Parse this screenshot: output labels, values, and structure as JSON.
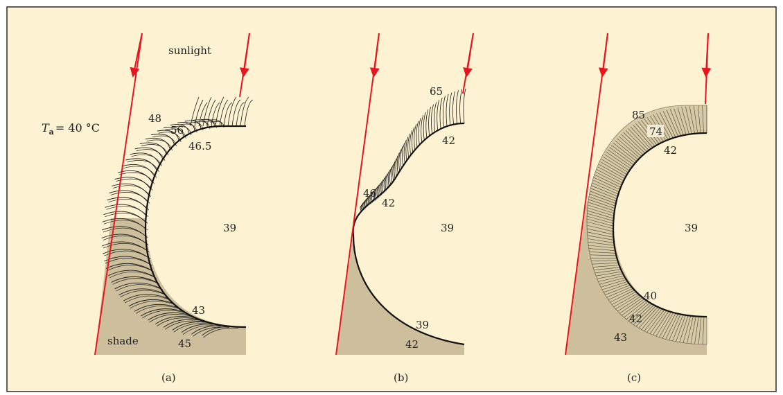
{
  "colors": {
    "background": "#fdf2d2",
    "frame": "#2a2a2a",
    "shade": "#cdbf9b",
    "sun_ray": "#e8141e",
    "outline": "#111111",
    "fur_fill": "#e2d7bc",
    "coat": "#c9bb98"
  },
  "panels": {
    "a": {
      "caption": "(a)",
      "sunlight": "sunlight",
      "ambient_T": "T",
      "ambient_sub": "a",
      "ambient_val": "= 40 °C",
      "shade": "shade",
      "t48": "48",
      "t56": "56",
      "t465": "46.5",
      "t39": "39",
      "t43": "43",
      "t45": "45"
    },
    "b": {
      "caption": "(b)",
      "t65": "65",
      "t42top": "42",
      "t46": "46",
      "t42mid": "42",
      "t39": "39",
      "t39low": "39",
      "t42low": "42"
    },
    "c": {
      "caption": "(c)",
      "t85": "85",
      "t74": "74",
      "t42": "42",
      "t39": "39",
      "t40": "40",
      "t42low": "42",
      "t43": "43"
    }
  }
}
